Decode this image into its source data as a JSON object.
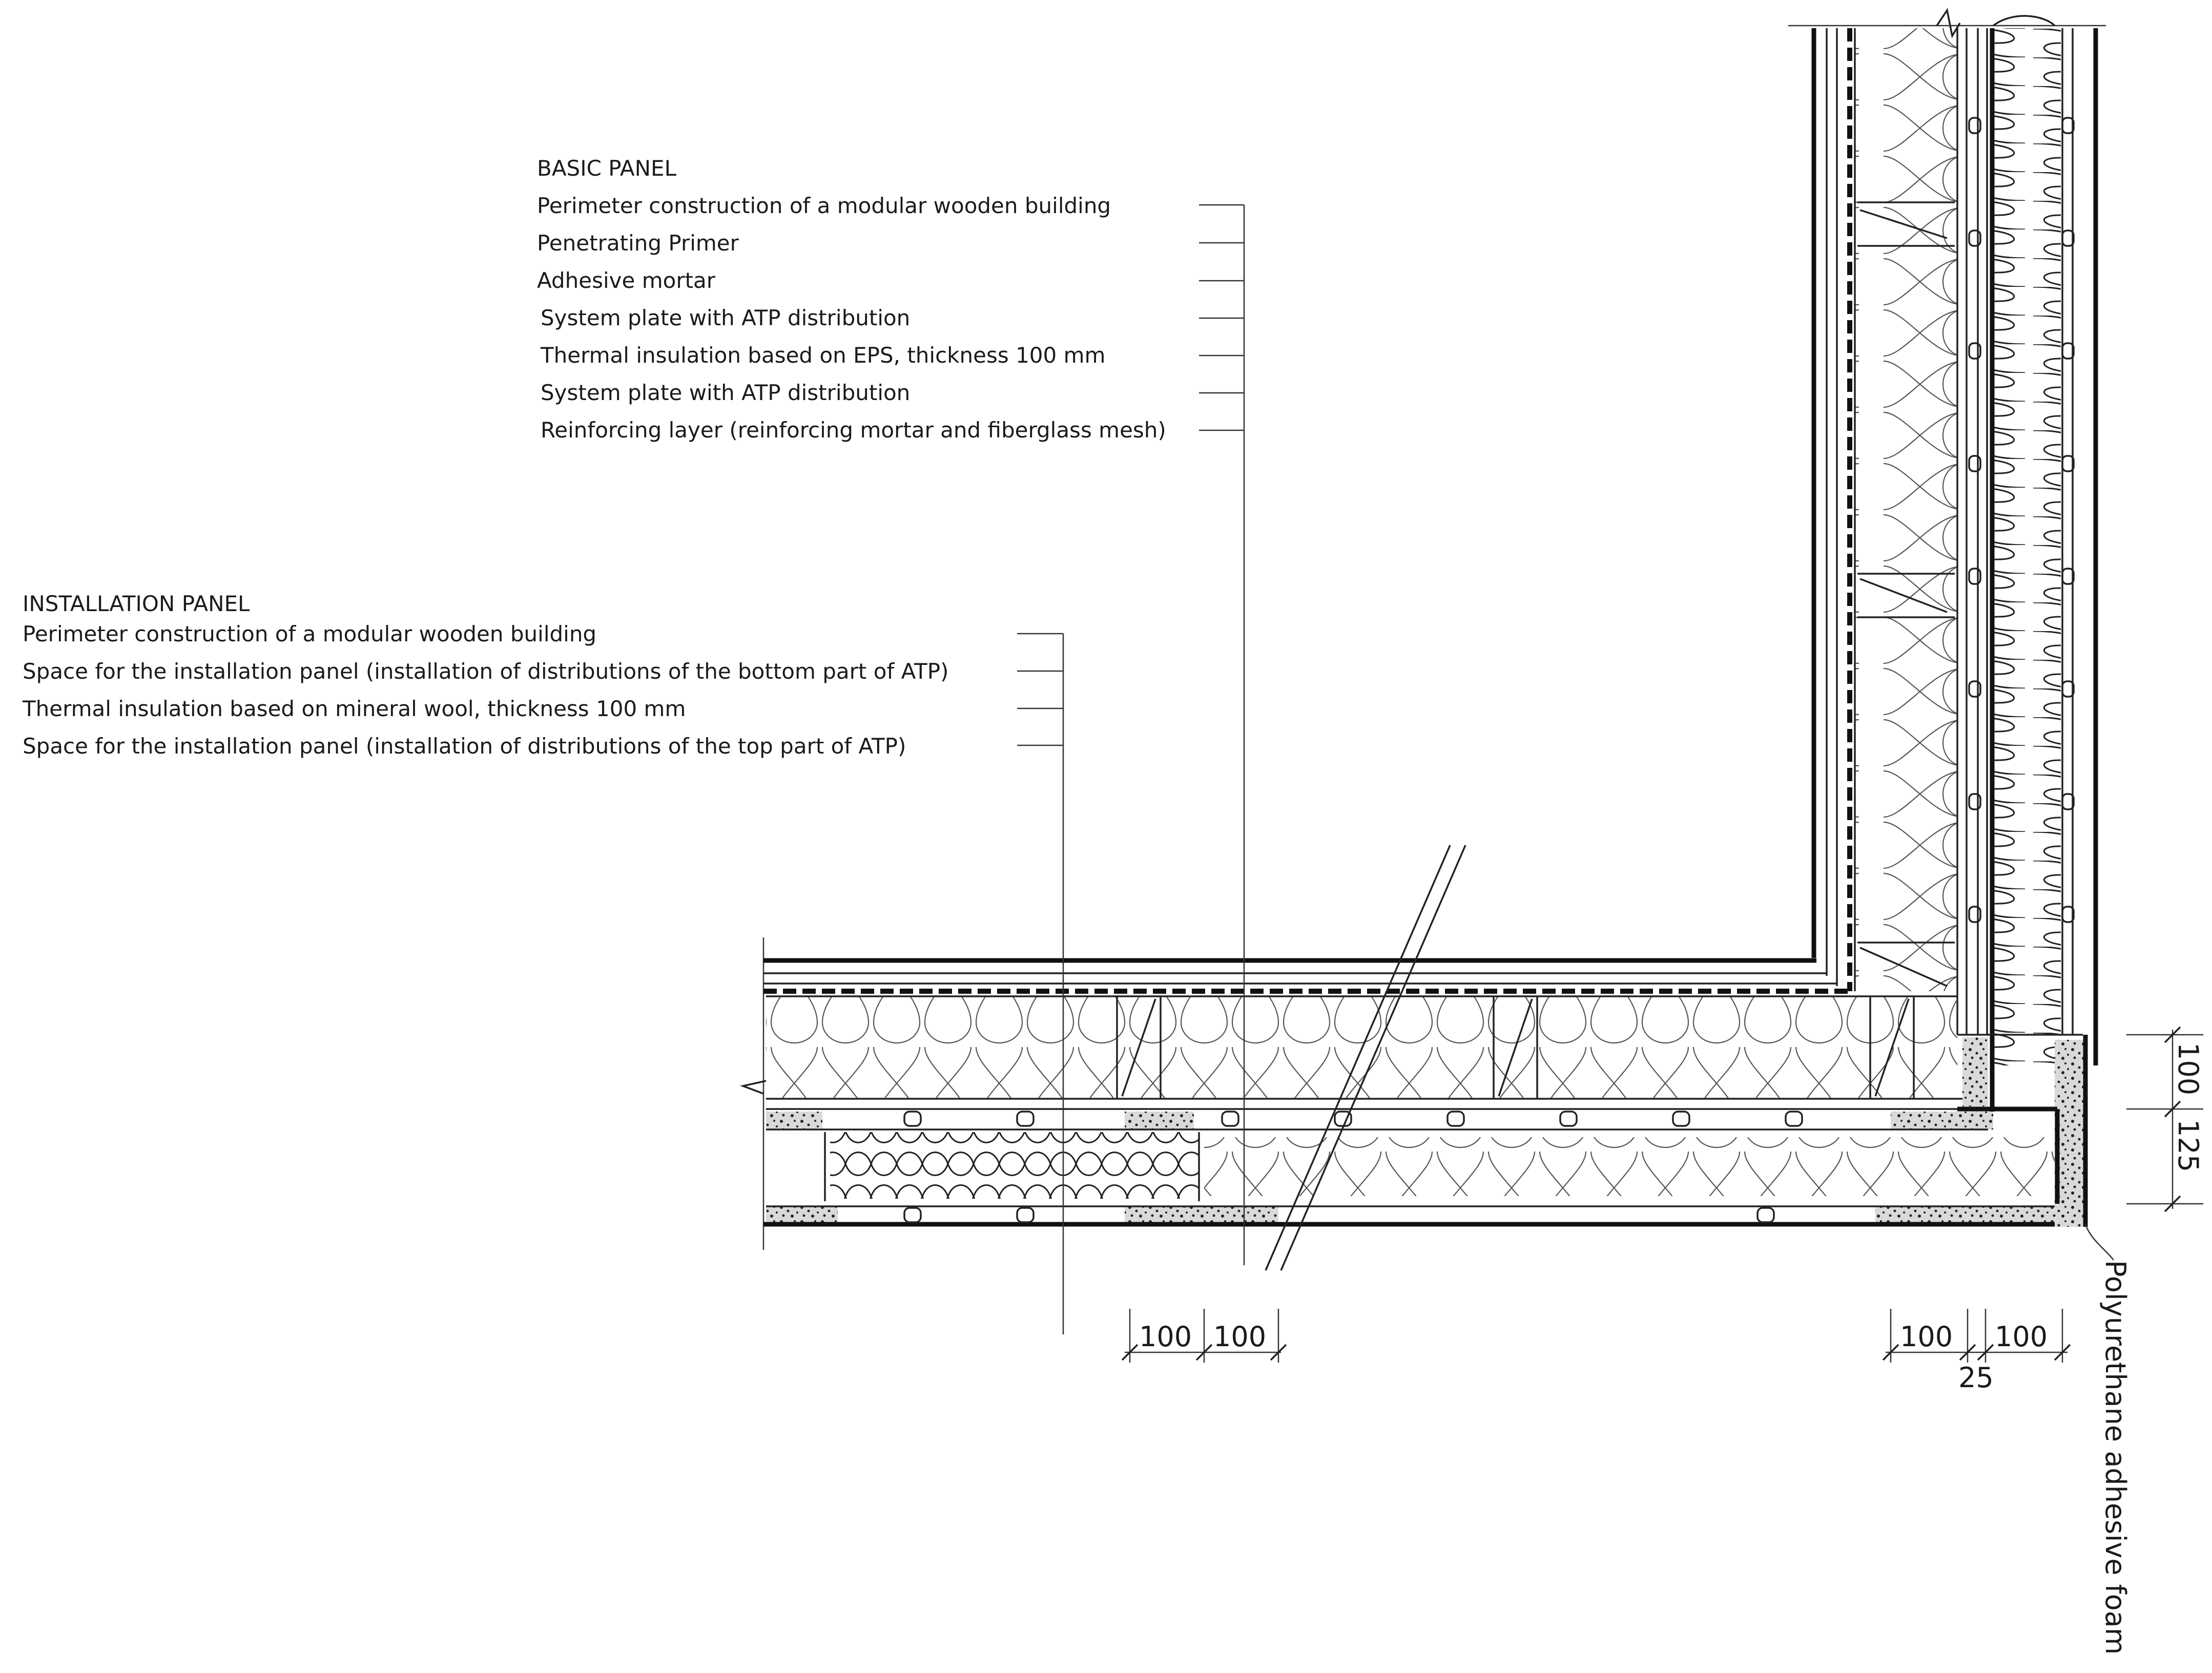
{
  "basic_panel": {
    "heading": "BASIC PANEL",
    "items": [
      "Perimeter construction of a modular wooden building",
      "Penetrating Primer",
      "Adhesive mortar",
      "System plate with ATP distribution",
      "Thermal insulation based on EPS, thickness 100 mm",
      "System plate with ATP distribution",
      "Reinforcing layer (reinforcing mortar and fiberglass mesh)"
    ]
  },
  "installation_panel": {
    "heading": "INSTALLATION PANEL",
    "items": [
      "Perimeter construction of a modular wooden building",
      "Space for the installation panel (installation of distributions of the bottom part of ATP)",
      "Thermal insulation based on mineral wool, thickness 100 mm",
      "Space for the installation panel (installation of distributions of the top part of ATP)"
    ]
  },
  "dimensions": {
    "bottom_left_1": "100",
    "bottom_left_2": "100",
    "bottom_right_1": "100",
    "bottom_right_2": "100",
    "bottom_right_gap": "25",
    "vertical_1": "100",
    "vertical_2": "125"
  },
  "callout": "Polyurethane adhesive foam"
}
